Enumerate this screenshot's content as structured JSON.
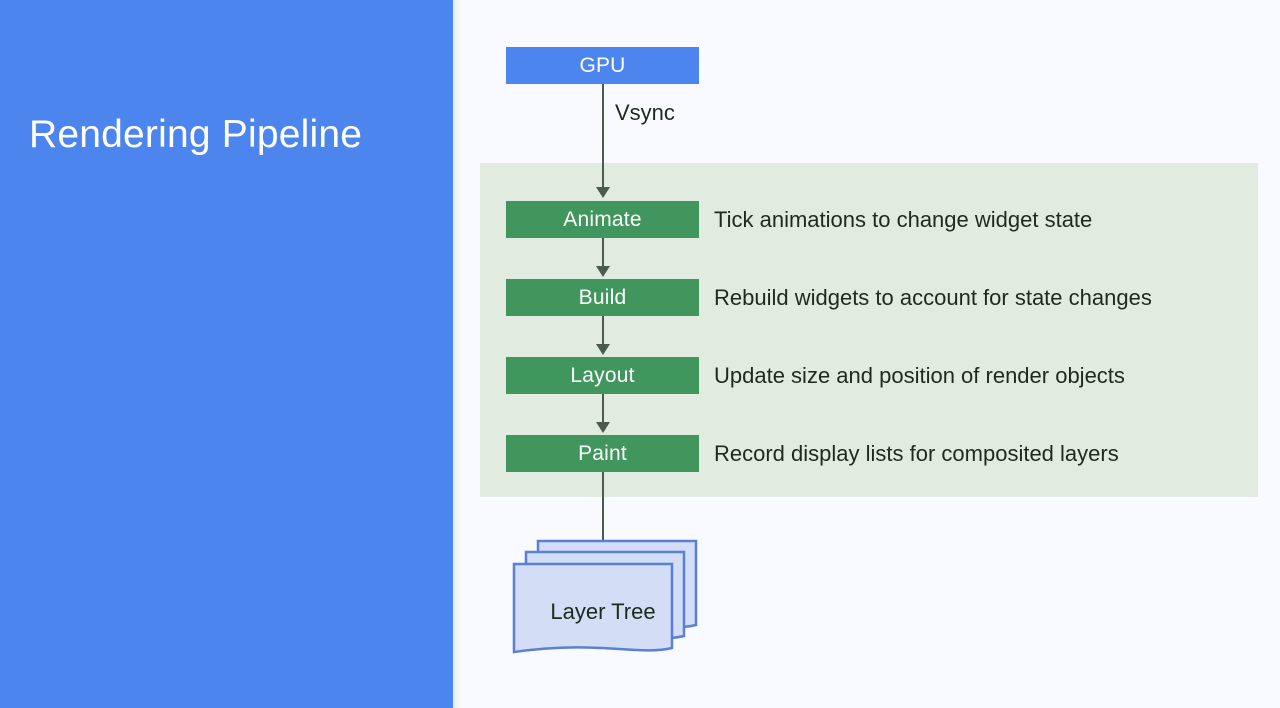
{
  "slide": {
    "title": "Rendering Pipeline",
    "background_color": "#f9faff",
    "accent_color": "#4d85ef",
    "phase_color": "#40965c",
    "band_color": "#e2ebe0",
    "layer_fill_color": "#d3deF6",
    "layer_stroke_color": "#5b7fd4"
  },
  "diagram": {
    "source_node": {
      "label": "GPU",
      "color": "#4d85ef"
    },
    "signal_label": "Vsync",
    "phases": [
      {
        "label": "Animate",
        "description": "Tick animations to change widget state"
      },
      {
        "label": "Build",
        "description": "Rebuild widgets to account for state changes"
      },
      {
        "label": "Layout",
        "description": "Update size and position of render objects"
      },
      {
        "label": "Paint",
        "description": "Record display lists for composited layers"
      }
    ],
    "output_node": {
      "label": "Layer Tree",
      "shape": "stacked-documents"
    }
  }
}
